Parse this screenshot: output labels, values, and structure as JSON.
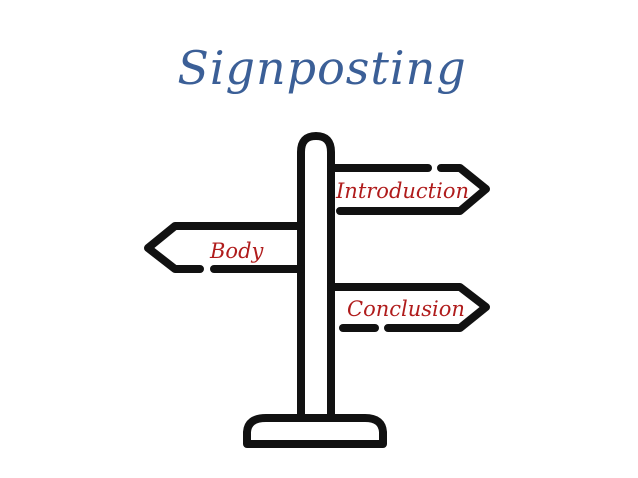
{
  "diagram": {
    "title": "Signposting",
    "signs": {
      "introduction": "Introduction",
      "body": "Body",
      "conclusion": "Conclusion"
    }
  },
  "colors": {
    "title": "#3b5f97",
    "label": "#b01c1c",
    "stroke": "#111111",
    "background": "#ffffff"
  }
}
